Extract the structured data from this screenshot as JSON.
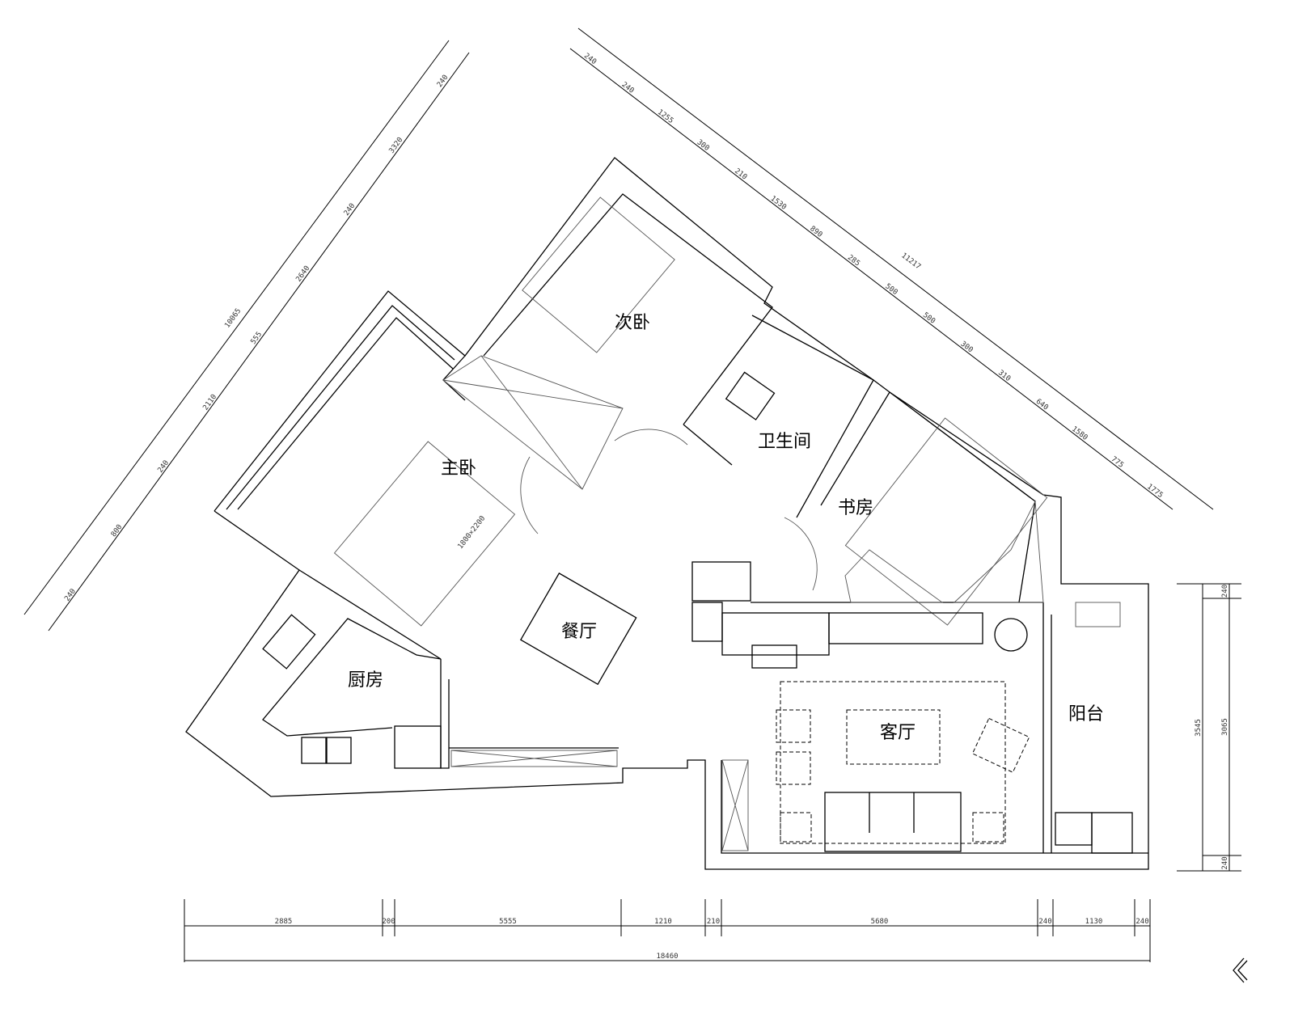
{
  "rooms": {
    "master_bedroom": "主卧",
    "second_bedroom": "次卧",
    "bathroom": "卫生间",
    "study": "书房",
    "dining": "餐厅",
    "kitchen": "厨房",
    "living": "客厅",
    "balcony": "阳台"
  },
  "bed_size": "1800×2200",
  "dimensions": {
    "bottom": [
      "2885",
      "200",
      "5555",
      "1210",
      "210",
      "5680",
      "240",
      "1130",
      "240"
    ],
    "bottom_total": "18460",
    "right": [
      "240",
      "3065",
      "240"
    ],
    "right_total": "3545",
    "top_right": [
      "240",
      "240",
      "1255",
      "300",
      "210",
      "1530",
      "890",
      "285",
      "500",
      "500",
      "300",
      "310",
      "640",
      "1580",
      "775",
      "1775"
    ],
    "top_right_total": "11217",
    "left": [
      "240",
      "3320",
      "240",
      "2640",
      "555",
      "2110",
      "240",
      "800",
      "240"
    ],
    "left_total": "10065"
  },
  "icons": {
    "north": "chevron-left-icon"
  }
}
